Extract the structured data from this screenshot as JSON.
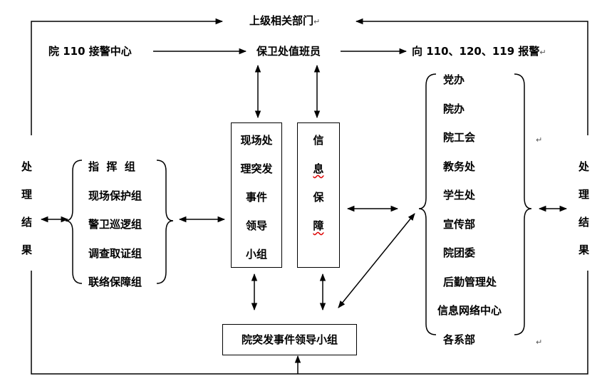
{
  "top_node": {
    "label": "上级相关部门"
  },
  "alarm_center": {
    "label": "院 110 接警中心"
  },
  "duty_officer": {
    "label": "保卫处值班员"
  },
  "report": {
    "label": "向 110、120、119 报警"
  },
  "left_result": {
    "chars": [
      "处",
      "理",
      "结",
      "果"
    ]
  },
  "right_result": {
    "chars": [
      "处",
      "理",
      "结",
      "果"
    ]
  },
  "groups": {
    "items": [
      "指  挥  组",
      "现场保护组",
      "警卫巡逻组",
      "调查取证组",
      "联络保障组"
    ]
  },
  "onsite_leader": {
    "chars": [
      "现场处",
      "理突发",
      "事件",
      "领导",
      "小组"
    ]
  },
  "info_support": {
    "chars": [
      "信",
      "息",
      "保",
      "障"
    ]
  },
  "departments": {
    "items": [
      "党办",
      "院办",
      "院工会",
      "教务处",
      "学生处",
      "宣传部",
      "院团委",
      "后勤管理处",
      "信息网络中心",
      "各系部"
    ]
  },
  "bottom_node": {
    "label": "院突发事件领导小组"
  },
  "para_mark": "↵"
}
